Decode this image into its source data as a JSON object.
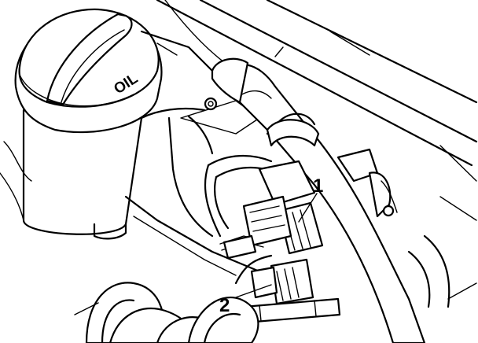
{
  "diagram": {
    "cap_text": "OIL",
    "callouts": [
      {
        "id": "1",
        "text": "1"
      },
      {
        "id": "2",
        "text": "2"
      }
    ]
  }
}
